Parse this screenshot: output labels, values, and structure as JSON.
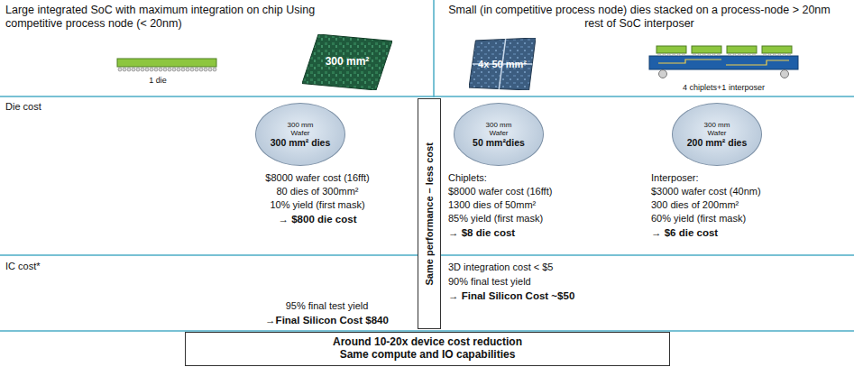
{
  "diagram": {
    "nodes": [
      {
        "text": [
          "300 mm²"
        ]
      },
      {
        "text": [
          "4x 50 mm²"
        ]
      },
      {
        "text": [
          "300 mm Wafer",
          "300 mm² dies"
        ]
      },
      {
        "text": [
          "Same performance – less cost"
        ]
      },
      {
        "text": [
          "300 mm Wafer",
          "50 mm²dies"
        ]
      },
      {
        "text": [
          "300 mm Wafer",
          "200 mm² dies"
        ]
      },
      {
        "text": [
          "Around 10-20x device cost reduction",
          "Same compute and IO capabilities"
        ]
      }
    ],
    "labels": [
      "Large integrated SoC with maximum integration on chip Using competitive process node (< 20nm)",
      "1 die",
      "Small (in competitive process node) dies stacked on a process-node > 20nm rest of SoC interposer",
      "4 chiplets+1 interposer",
      "Die cost",
      "$8000 wafer cost (16fft)",
      "80 dies of 300mm²",
      "10% yield (first mask)",
      "→ $800 die cost",
      "Chiplets:",
      "$8000 wafer cost (16fft)",
      "1300 dies of 50mm²",
      "85% yield (first mask)",
      "→ $8 die cost",
      "Interposer:",
      "$3000 wafer cost (40nm)",
      "300 dies of 200mm²",
      "60% yield (first mask)",
      "→ $6 die cost",
      "IC cost*",
      "95% final test yield",
      "→Final Silicon Cost $840",
      "3D integration cost < $5",
      "90% final test yield",
      "→ Final Silicon Cost ~$50"
    ]
  }
}
